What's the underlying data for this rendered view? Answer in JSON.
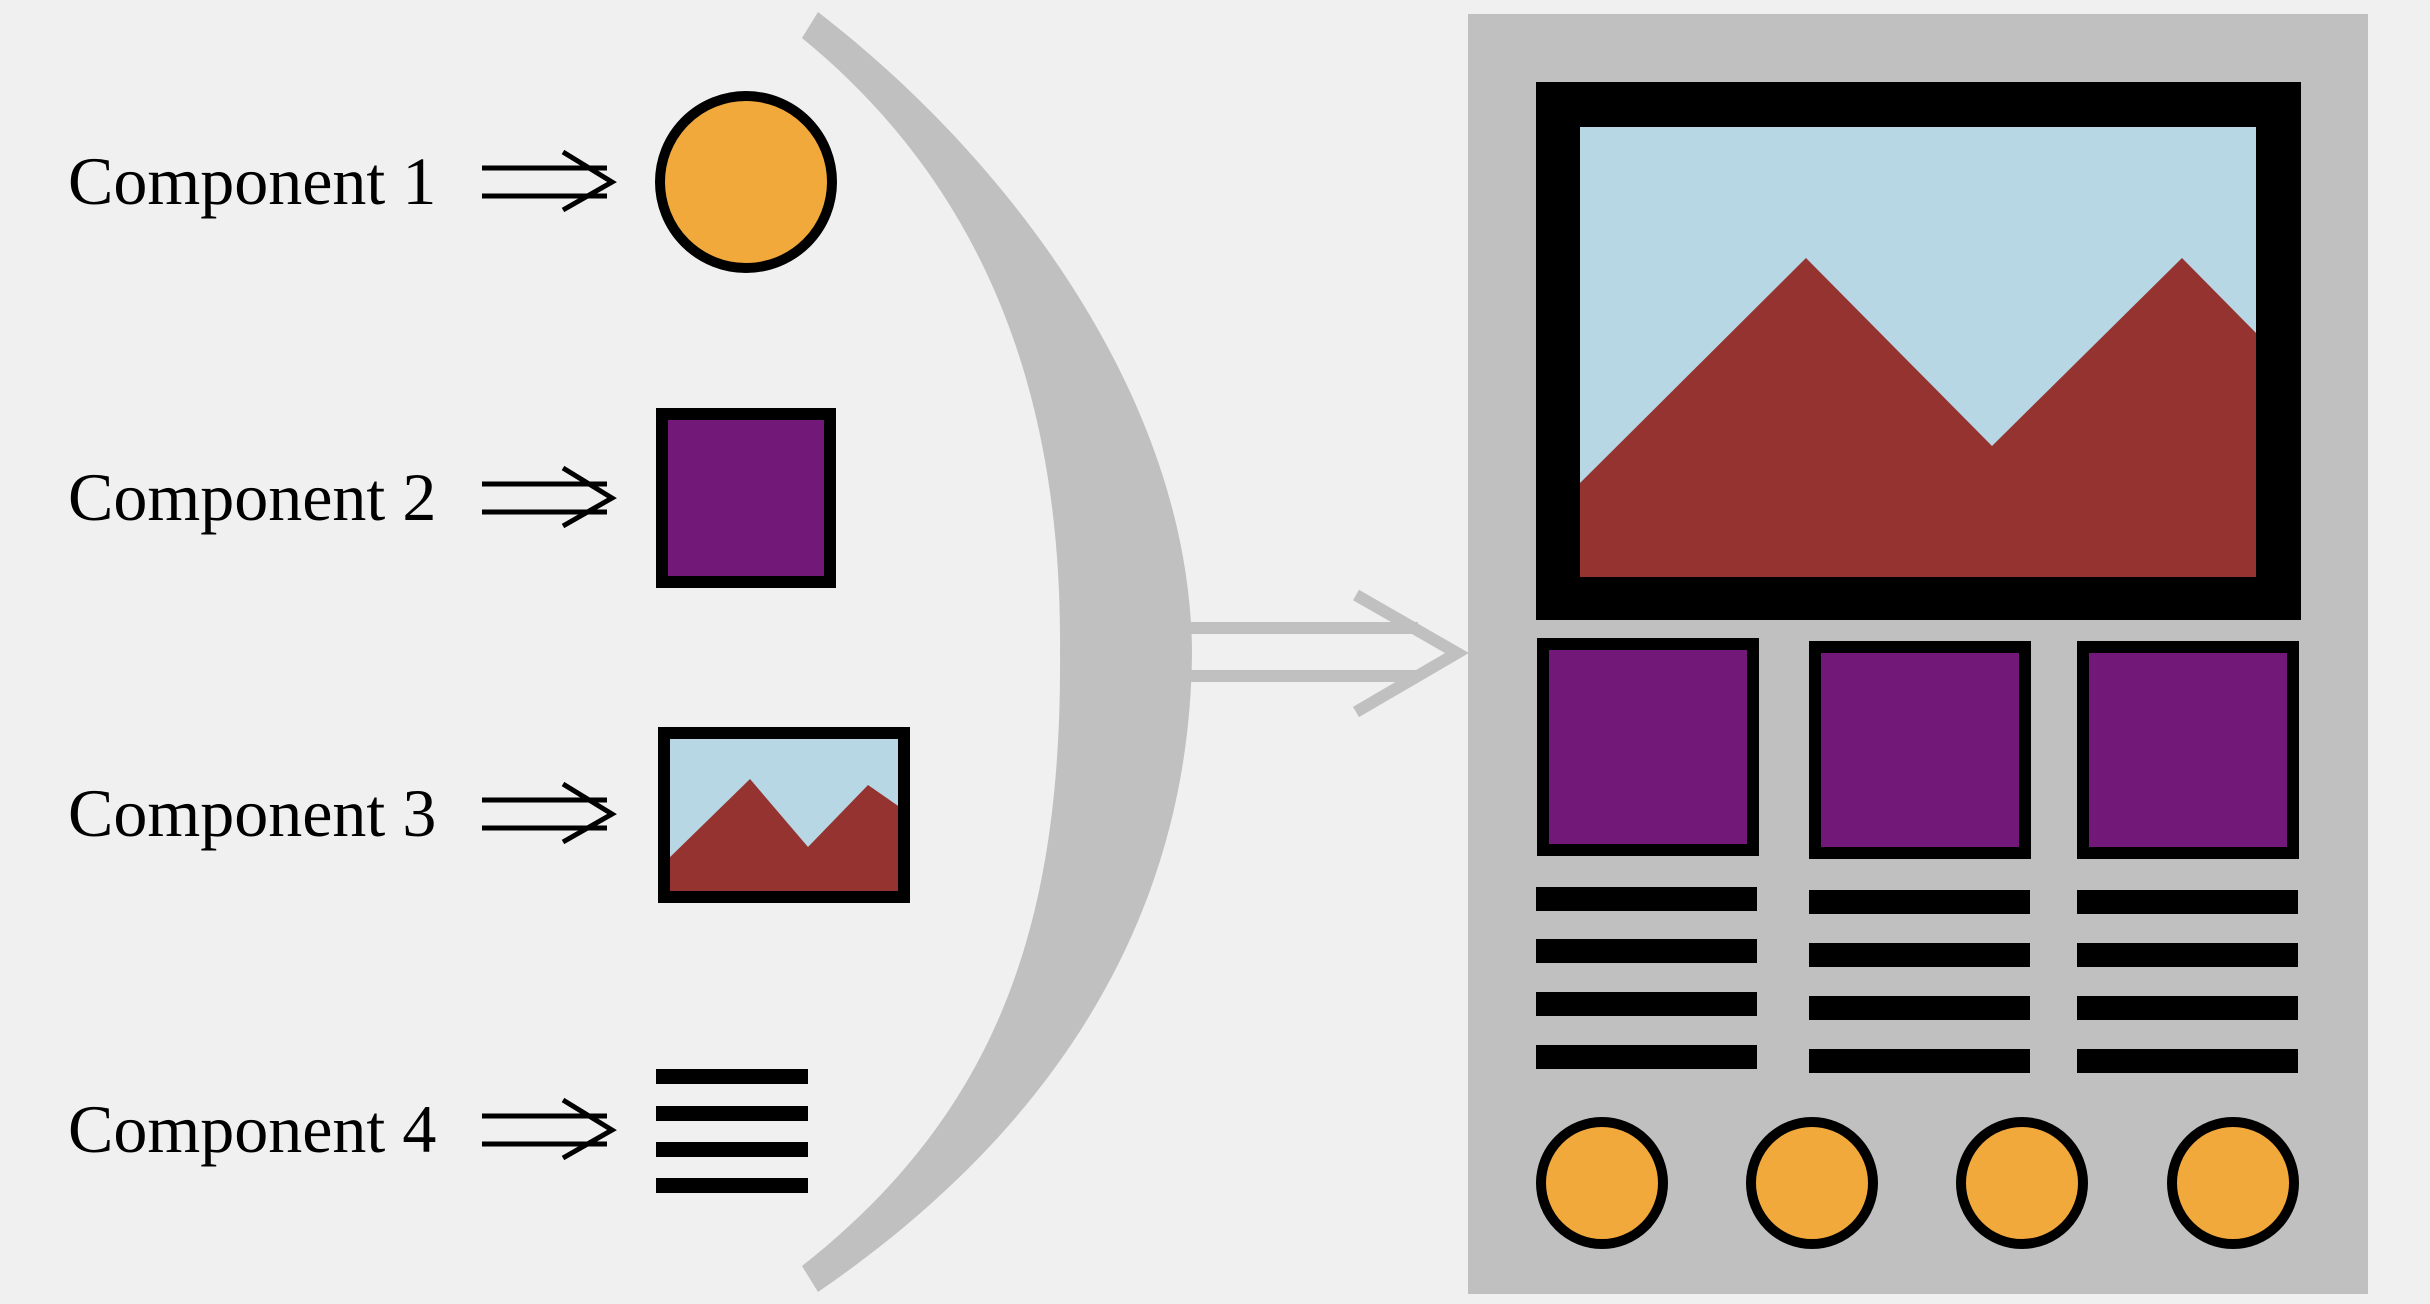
{
  "components": [
    {
      "label": "Component 1",
      "kind": "circle"
    },
    {
      "label": "Component 2",
      "kind": "square"
    },
    {
      "label": "Component 3",
      "kind": "image"
    },
    {
      "label": "Component 4",
      "kind": "text-lines"
    }
  ],
  "colors": {
    "background": "#f0f0f0",
    "panel": "#c0c0c0",
    "bracket": "#c0c0c0",
    "orange": "#f2a93b",
    "purple": "#721878",
    "sky": "#b6d7e3",
    "mountain": "#953331",
    "stroke": "#000000"
  }
}
